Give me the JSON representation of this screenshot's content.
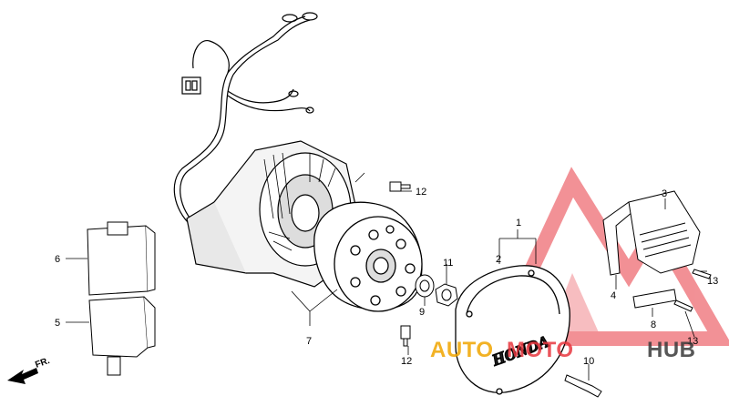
{
  "callouts": {
    "c1": "1",
    "c2": "2",
    "c3": "3",
    "c4": "4",
    "c5": "5",
    "c6": "6",
    "c7": "7",
    "c8": "8",
    "c9": "9",
    "c10": "10",
    "c11": "11",
    "c12a": "12",
    "c12b": "12",
    "c13a": "13",
    "c13b": "13"
  },
  "direction_label": "FR.",
  "cover_lettering": "HONDA",
  "watermark": {
    "part1": "AUTO",
    "part2": "MOTO",
    "part3": "HUB",
    "color_red": "#e8373f",
    "color_orange": "#f0a500",
    "color_dark": "#3a3a3a"
  }
}
